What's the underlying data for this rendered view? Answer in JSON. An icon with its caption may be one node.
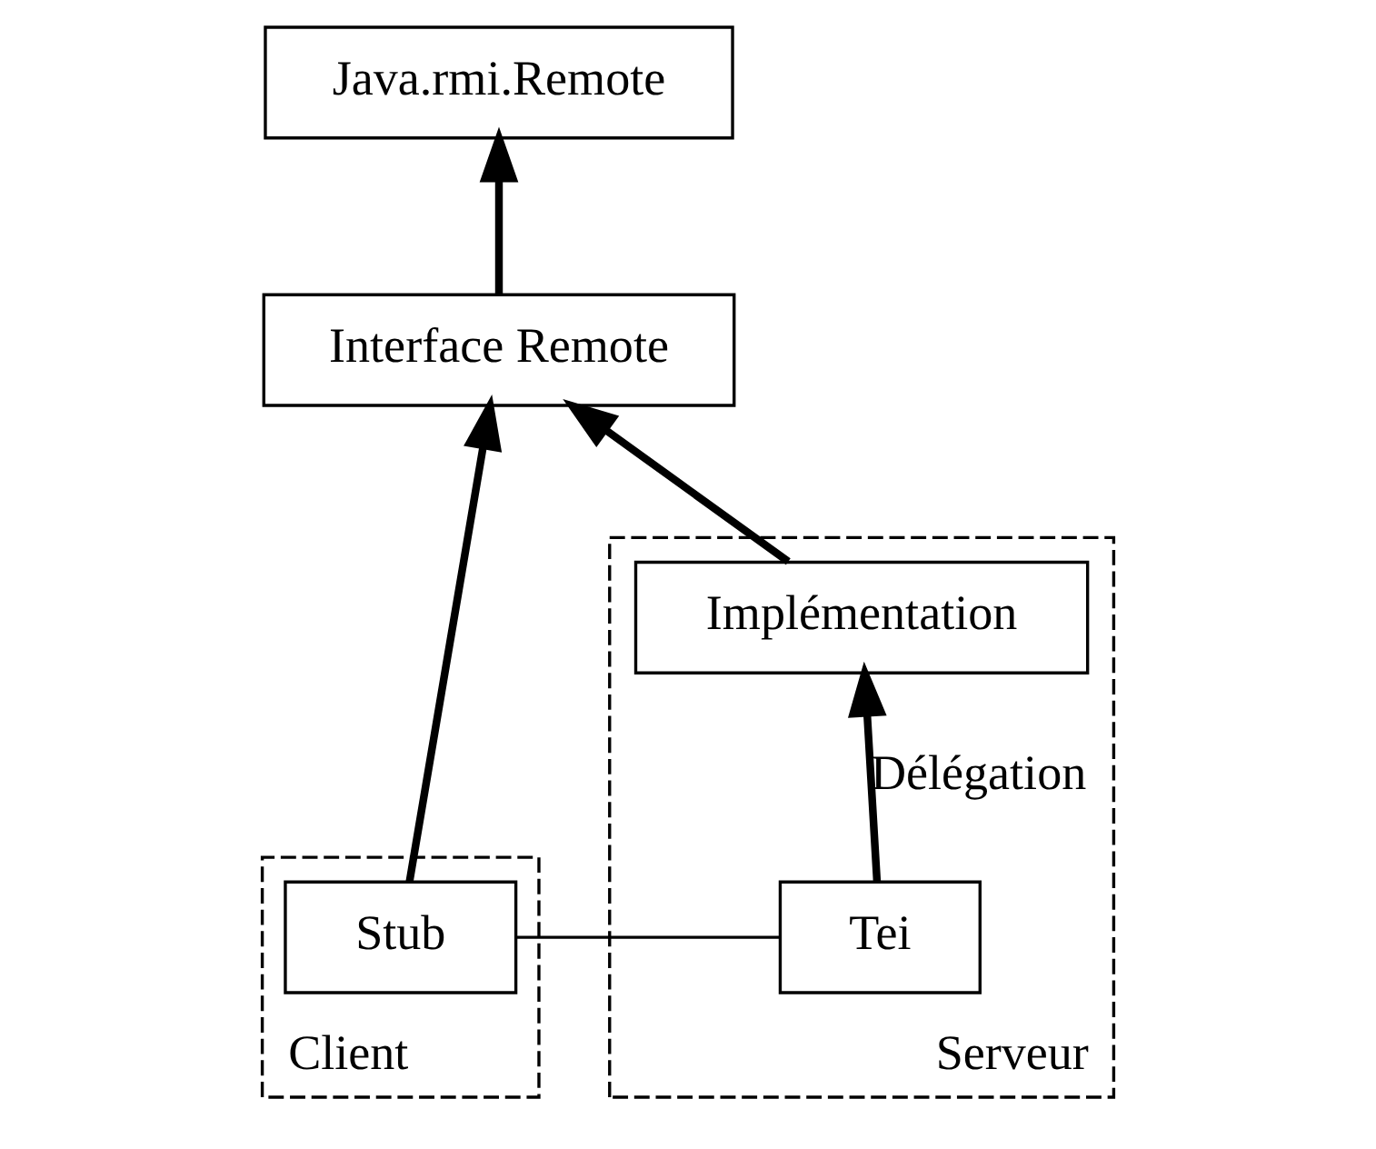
{
  "diagram": {
    "nodes": [
      {
        "text": [
          "Client"
        ]
      },
      {
        "text": [
          "Serveur"
        ]
      },
      {
        "text": [
          "Java.rmi.Remote"
        ]
      },
      {
        "text": [
          "Interface Remote"
        ]
      },
      {
        "text": [
          "Implémentation"
        ],
        "in": 1
      },
      {
        "text": [
          "Stub"
        ],
        "in": 0
      },
      {
        "text": [
          "Tei"
        ],
        "in": 1
      }
    ],
    "edges": [
      {
        "from": 3,
        "to": 2,
        "arrow": "to"
      },
      {
        "from": 5,
        "to": 3,
        "arrow": "to"
      },
      {
        "from": 4,
        "to": 3,
        "arrow": "to"
      },
      {
        "from": 6,
        "to": 4,
        "arrow": "to",
        "label": "Délégation"
      },
      {
        "from": 5,
        "to": 6,
        "arrow": "none"
      }
    ]
  }
}
